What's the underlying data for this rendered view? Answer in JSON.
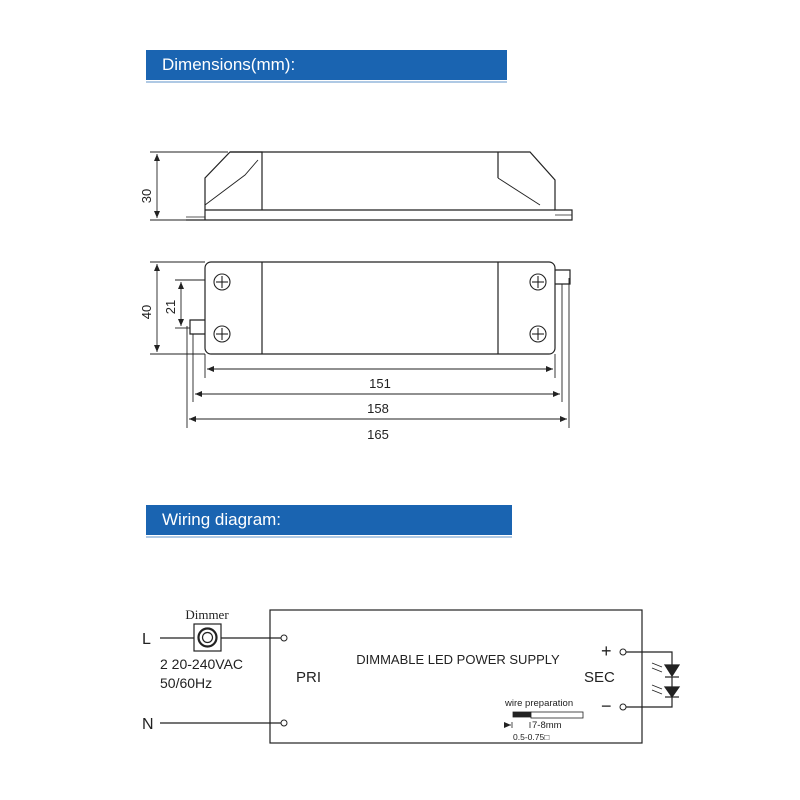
{
  "sections": {
    "dimensions_title": "Dimensions(mm):",
    "wiring_title": "Wiring diagram:"
  },
  "dimensions": {
    "height_side": "30",
    "width_top": "40",
    "mount_offset": "21",
    "length_body": "151",
    "length_mount": "158",
    "length_total": "165"
  },
  "wiring": {
    "dimmer_label": "Dimmer",
    "line_label": "L",
    "neutral_label": "N",
    "voltage_label": "2 20-240VAC",
    "frequency_label": "50/60Hz",
    "psu_title": "DIMMABLE LED POWER SUPPLY",
    "pri_label": "PRI",
    "sec_label": "SEC",
    "plus_label": "+",
    "minus_label": "−",
    "wire_prep_label": "wire preparation",
    "strip_length": "7-8mm",
    "wire_gauge": "0.5-0.75□"
  }
}
